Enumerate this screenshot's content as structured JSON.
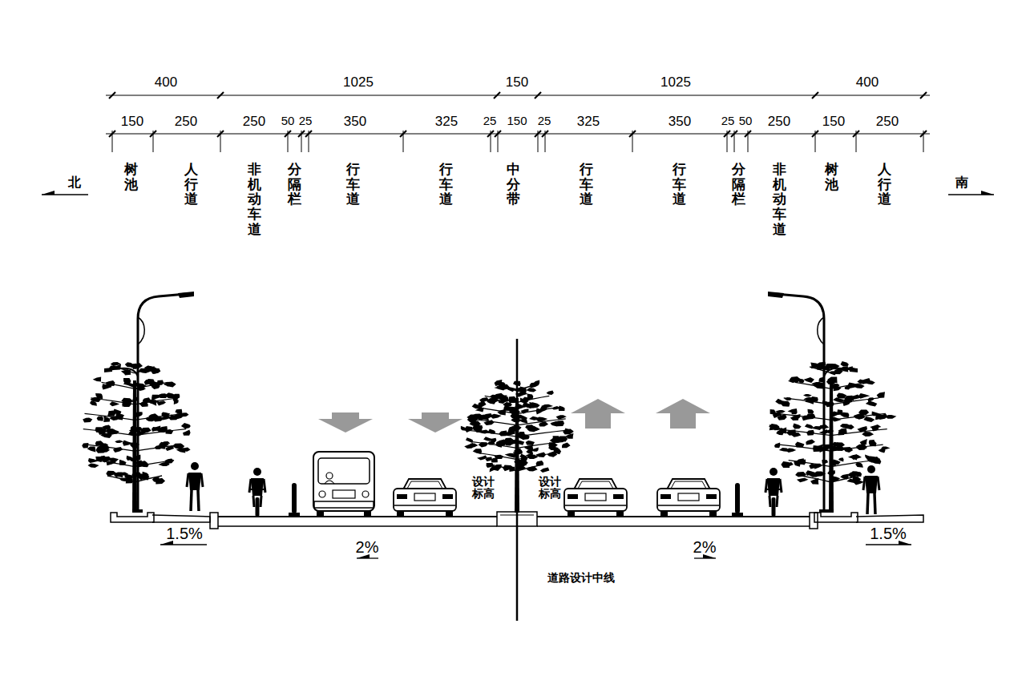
{
  "diagram": {
    "labels": [
      "400",
      "1025",
      "150",
      "1025",
      "400",
      "150",
      "250",
      "250",
      "50",
      "25",
      "350",
      "325",
      "25",
      "150",
      "25",
      "325",
      "350",
      "25",
      "50",
      "250",
      "150",
      "250",
      "树池",
      "人行道",
      "非机动车道",
      "分隔栏",
      "行车道",
      "行车道",
      "中分带",
      "行车道",
      "行车道",
      "分隔栏",
      "非机动车道",
      "树池",
      "人行道",
      "北",
      "南",
      "设计标高",
      "设计标高",
      "1.5%",
      "2%",
      "2%",
      "1.5%",
      "道路设计中线"
    ]
  }
}
